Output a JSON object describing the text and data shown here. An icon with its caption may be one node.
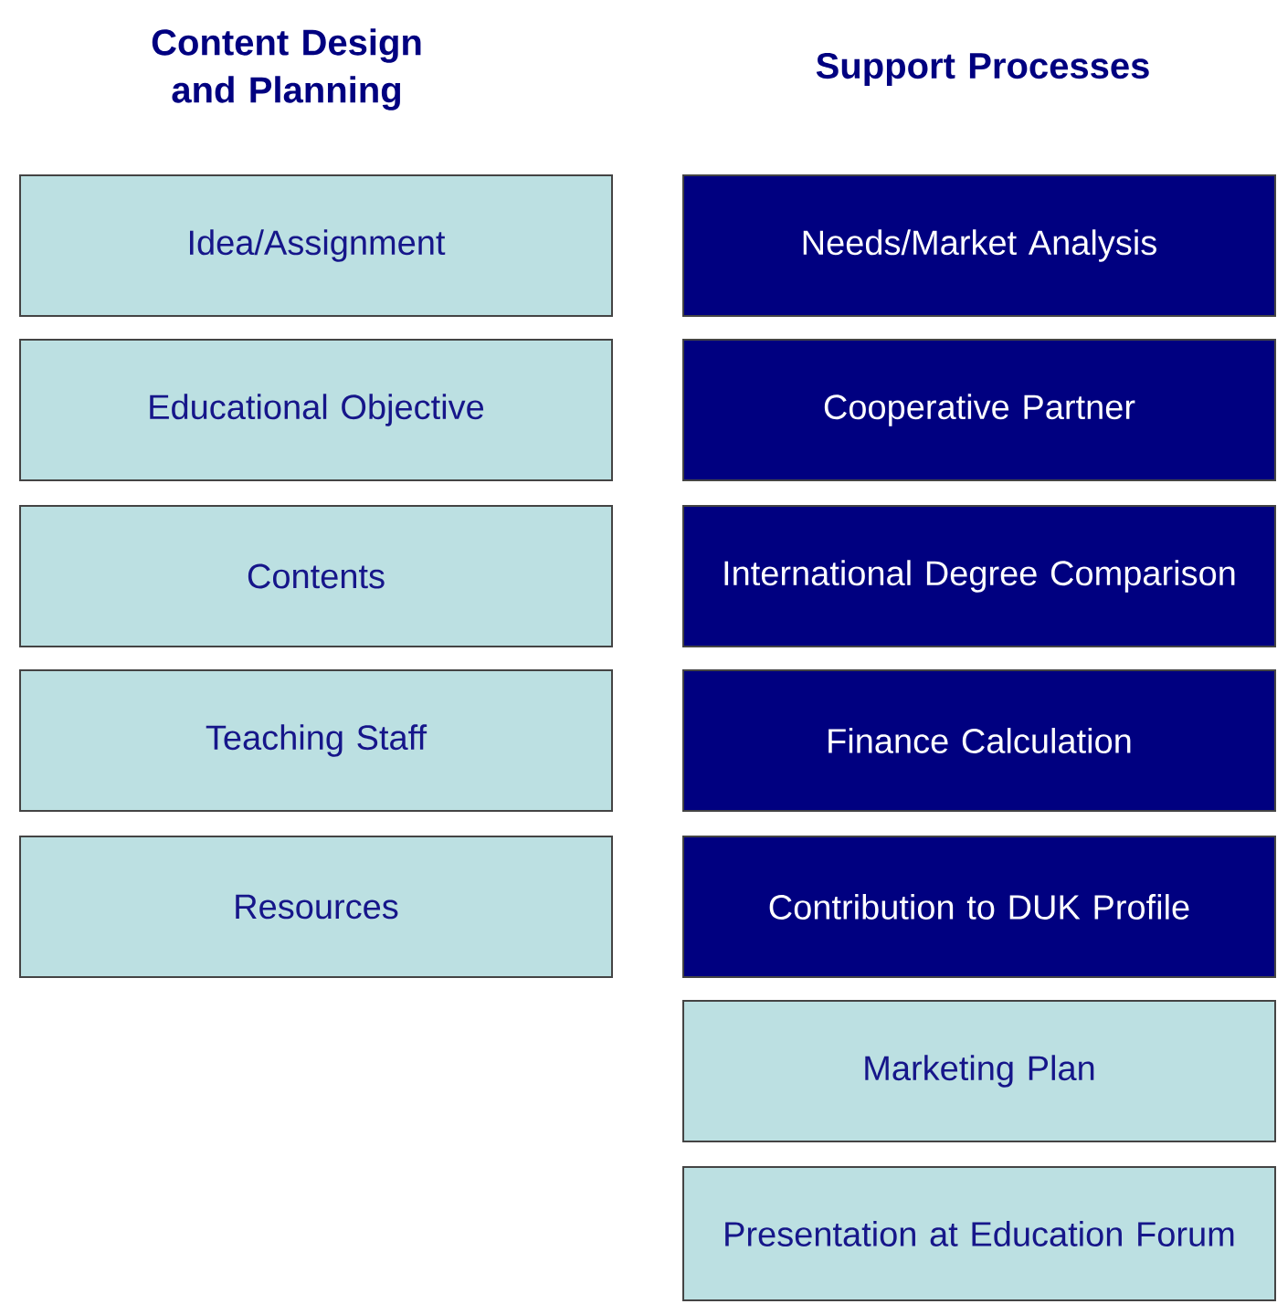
{
  "diagram": {
    "nodes": [
      {
        "text": [
          "Idea/Assignment"
        ]
      },
      {
        "text": [
          "Educational Objective"
        ]
      },
      {
        "text": [
          "Contents"
        ]
      },
      {
        "text": [
          "Teaching Staff"
        ]
      },
      {
        "text": [
          "Resources"
        ]
      },
      {
        "text": [
          "Needs/Market Analysis"
        ]
      },
      {
        "text": [
          "Cooperative Partner"
        ]
      },
      {
        "text": [
          "International Degree Comparison"
        ]
      },
      {
        "text": [
          "Finance Calculation"
        ]
      },
      {
        "text": [
          "Contribution to DUK Profile"
        ]
      },
      {
        "text": [
          "Marketing Plan"
        ]
      },
      {
        "text": [
          "Presentation at Education Forum"
        ]
      }
    ],
    "labels": [
      "Content Design and Planning",
      "Support Processes"
    ]
  }
}
